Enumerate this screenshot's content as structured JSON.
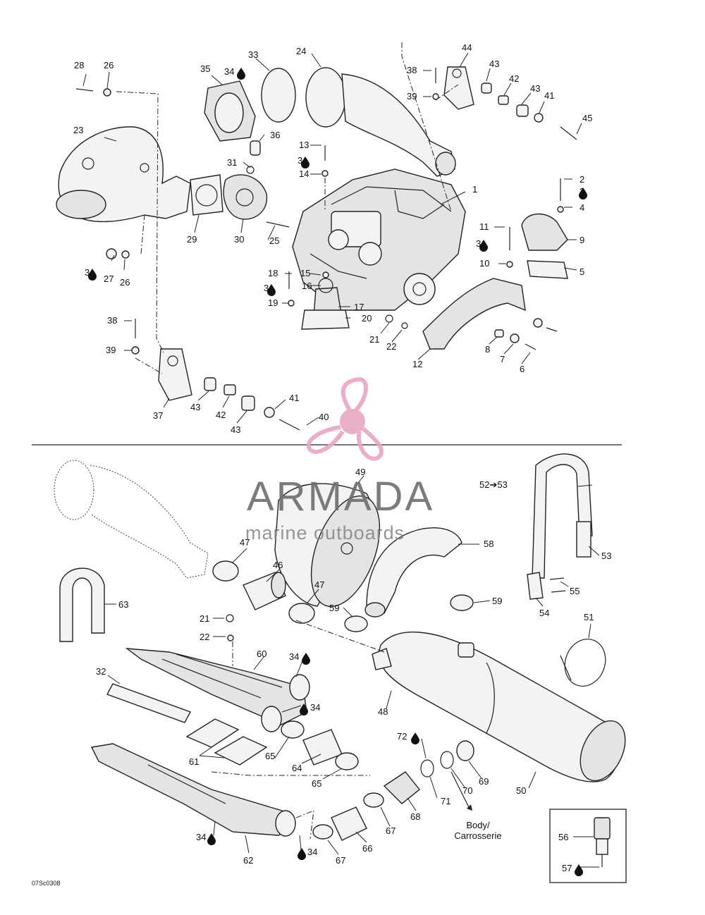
{
  "part_labels": {
    "p1": "1",
    "p2": "2",
    "p3a": "3",
    "p4": "4",
    "p5": "5",
    "p6": "6",
    "p7": "7",
    "p8": "8",
    "p9": "9",
    "p10": "10",
    "p11": "11",
    "p3b": "3",
    "p12": "12",
    "p13": "13",
    "p3c": "3",
    "p14": "14",
    "p15": "15",
    "p16": "16",
    "p17": "17",
    "p18": "18",
    "p3d": "3",
    "p19": "19",
    "p20": "20",
    "p21a": "21",
    "p22a": "22",
    "p23": "23",
    "p24": "24",
    "p25": "25",
    "p26a": "26",
    "p26b": "26",
    "p27": "27",
    "p3e": "3",
    "p28": "28",
    "p29": "29",
    "p30": "30",
    "p31": "31",
    "p33": "33",
    "p34a": "34",
    "p35": "35",
    "p36": "36",
    "p37": "37",
    "p38a": "38",
    "p39a": "39",
    "p38b": "38",
    "p39b": "39",
    "p40": "40",
    "p41a": "41",
    "p41b": "41",
    "p42a": "42",
    "p42b": "42",
    "p43a": "43",
    "p43b": "43",
    "p43c": "43",
    "p43d": "43",
    "p44": "44",
    "p45": "45",
    "p46": "46",
    "p47a": "47",
    "p47b": "47",
    "p48": "48",
    "p49": "49",
    "p50": "50",
    "p51": "51",
    "p52": "52➔53",
    "p53": "53",
    "p54": "54",
    "p55": "55",
    "p56": "56",
    "p57": "57",
    "p58": "58",
    "p59a": "59",
    "p59b": "59",
    "p60": "60",
    "p61": "61",
    "p62": "62",
    "p63": "63",
    "p64": "64",
    "p65a": "65",
    "p65b": "65",
    "p66": "66",
    "p67a": "67",
    "p67b": "67",
    "p68": "68",
    "p69": "69",
    "p70": "70",
    "p71": "71",
    "p72": "72",
    "p21b": "21",
    "p22b": "22",
    "p32": "32",
    "p34b": "34",
    "p34c": "34",
    "p34d": "34",
    "p34e": "34"
  },
  "body_label_line1": "Body/",
  "body_label_line2": "Carrosserie",
  "figure_code": "07Sc0308",
  "watermark": {
    "brand": "ARMADA",
    "tagline": "marine outboards",
    "logo_color": "#e8a6c4",
    "text_color": "#6e6e6e"
  }
}
